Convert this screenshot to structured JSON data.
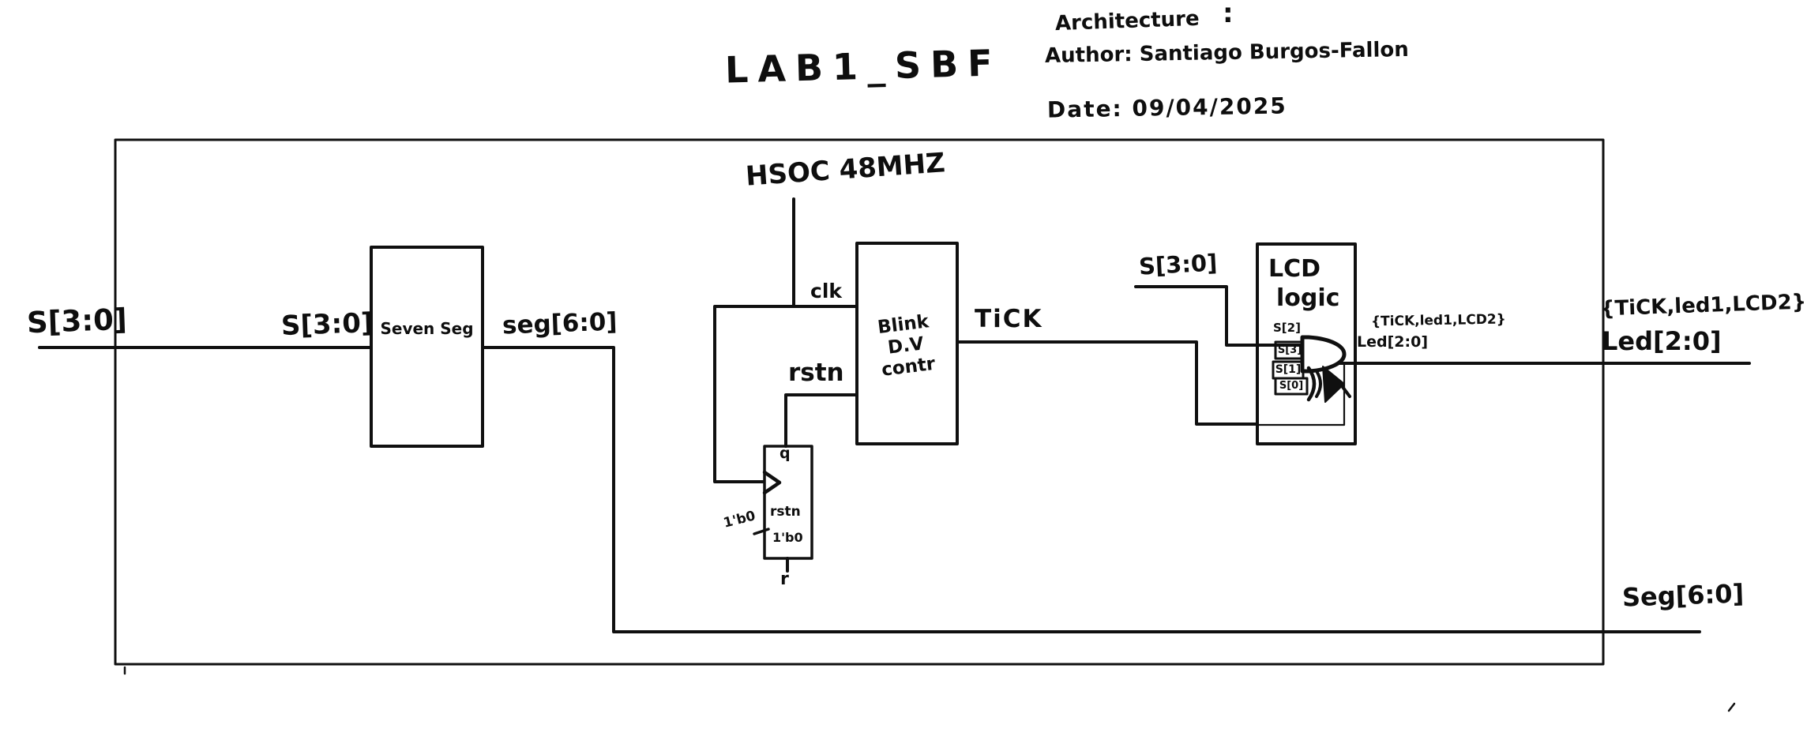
{
  "title": "LAB1_SBF",
  "header": {
    "architecture_label": "Architecture",
    "architecture_colon": ":",
    "author": "Author: Santiago Burgos-Fallon",
    "date": "Date: 09/04/2025"
  },
  "clock_label": "HSOC 48MHZ",
  "signals": {
    "s_input_outer": "S[3:0]",
    "s_input_inner": "S[3:0]",
    "clk": "clk",
    "rstn": "rstn",
    "tick": "TiCK",
    "seg_internal": "seg[6:0]",
    "seg_output": "Seg[6:0]",
    "s_lcd": "S[3:0]",
    "led_concat_inner": "{TiCK,led1,LCD2}",
    "led_bus_inner": "Led[2:0]",
    "led_concat_outer": "{TiCK,led1,LCD2}",
    "led_bus_outer": "Led[2:0]"
  },
  "blocks": {
    "seven_seg": {
      "label": "Seven Seg"
    },
    "blink_div": {
      "line1": "Blink",
      "line2": "D.V",
      "line3": "contr"
    },
    "flip_flop": {
      "q": "q",
      "rstn": "rstn",
      "const_inside": "1'b0",
      "const_outside": "1'b0",
      "reset": "r"
    },
    "lcd_logic": {
      "line1": "LCD",
      "line2": "logic",
      "s2": "S[2]",
      "s3": "S[3]",
      "s1": "S[1]",
      "s0": "S[0]"
    }
  },
  "colors": {
    "ink": "#101010",
    "background": "#ffffff"
  }
}
